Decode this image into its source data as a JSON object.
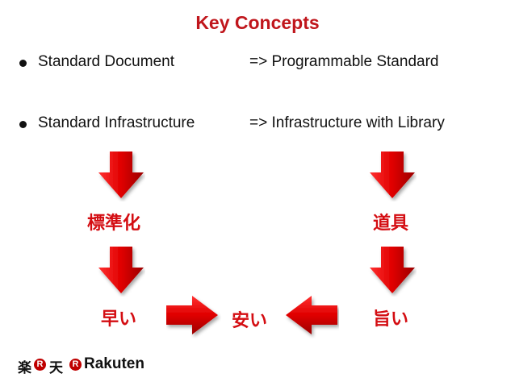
{
  "title": "Key Concepts",
  "bullets": [
    {
      "left": "Standard Document",
      "right": "=> Programmable Standard"
    },
    {
      "left": "Standard Infrastructure",
      "right": "=> Infrastructure with Library"
    }
  ],
  "diagram": {
    "left_top_label": "標準化",
    "right_top_label": "道具",
    "bottom_left_label": "早い",
    "bottom_center_label": "安い",
    "bottom_right_label": "旨い"
  },
  "logo": {
    "jp_char1": "楽",
    "jp_char2": "天",
    "r_glyph": "R",
    "en_text": "Rakuten"
  },
  "colors": {
    "title": "#c0161c",
    "jp_text": "#d40d12",
    "arrow_light": "#ff2a2a",
    "arrow_dark": "#a80000"
  }
}
